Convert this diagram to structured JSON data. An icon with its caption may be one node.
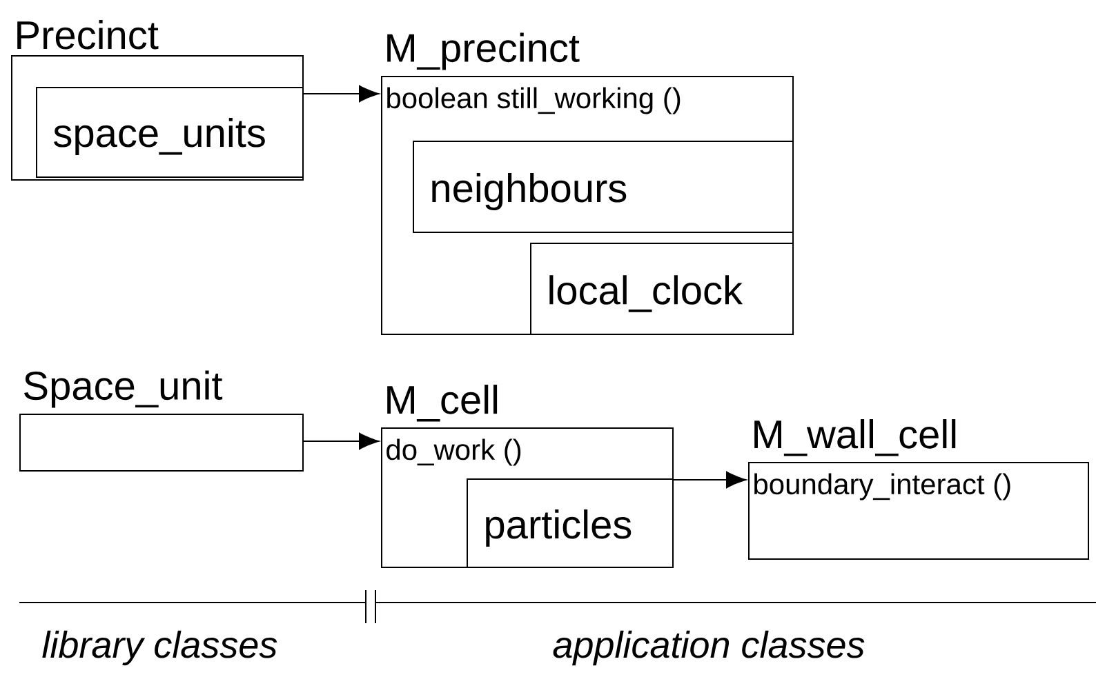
{
  "diagram": {
    "nodes": [
      {
        "text": [
          "Precinct"
        ]
      },
      {
        "text": [
          "space_units"
        ],
        "in": 0
      },
      {
        "text": [
          "M_precinct",
          "boolean still_working ()"
        ]
      },
      {
        "text": [
          "neighbours"
        ],
        "in": 2
      },
      {
        "text": [
          "local_clock"
        ],
        "in": 2
      },
      {
        "text": [
          "Space_unit"
        ]
      },
      {
        "text": [
          "M_cell",
          "do_work ()"
        ]
      },
      {
        "text": [
          "particles"
        ],
        "in": 6
      },
      {
        "text": [
          "M_wall_cell",
          "boundary_interact ()"
        ]
      }
    ],
    "edges": [
      {
        "from": 0,
        "to": 2,
        "arrow": "to"
      },
      {
        "from": 5,
        "to": 6,
        "arrow": "to"
      },
      {
        "from": 6,
        "to": 8,
        "arrow": "to"
      }
    ],
    "labels": [
      "library classes",
      "application classes"
    ]
  }
}
